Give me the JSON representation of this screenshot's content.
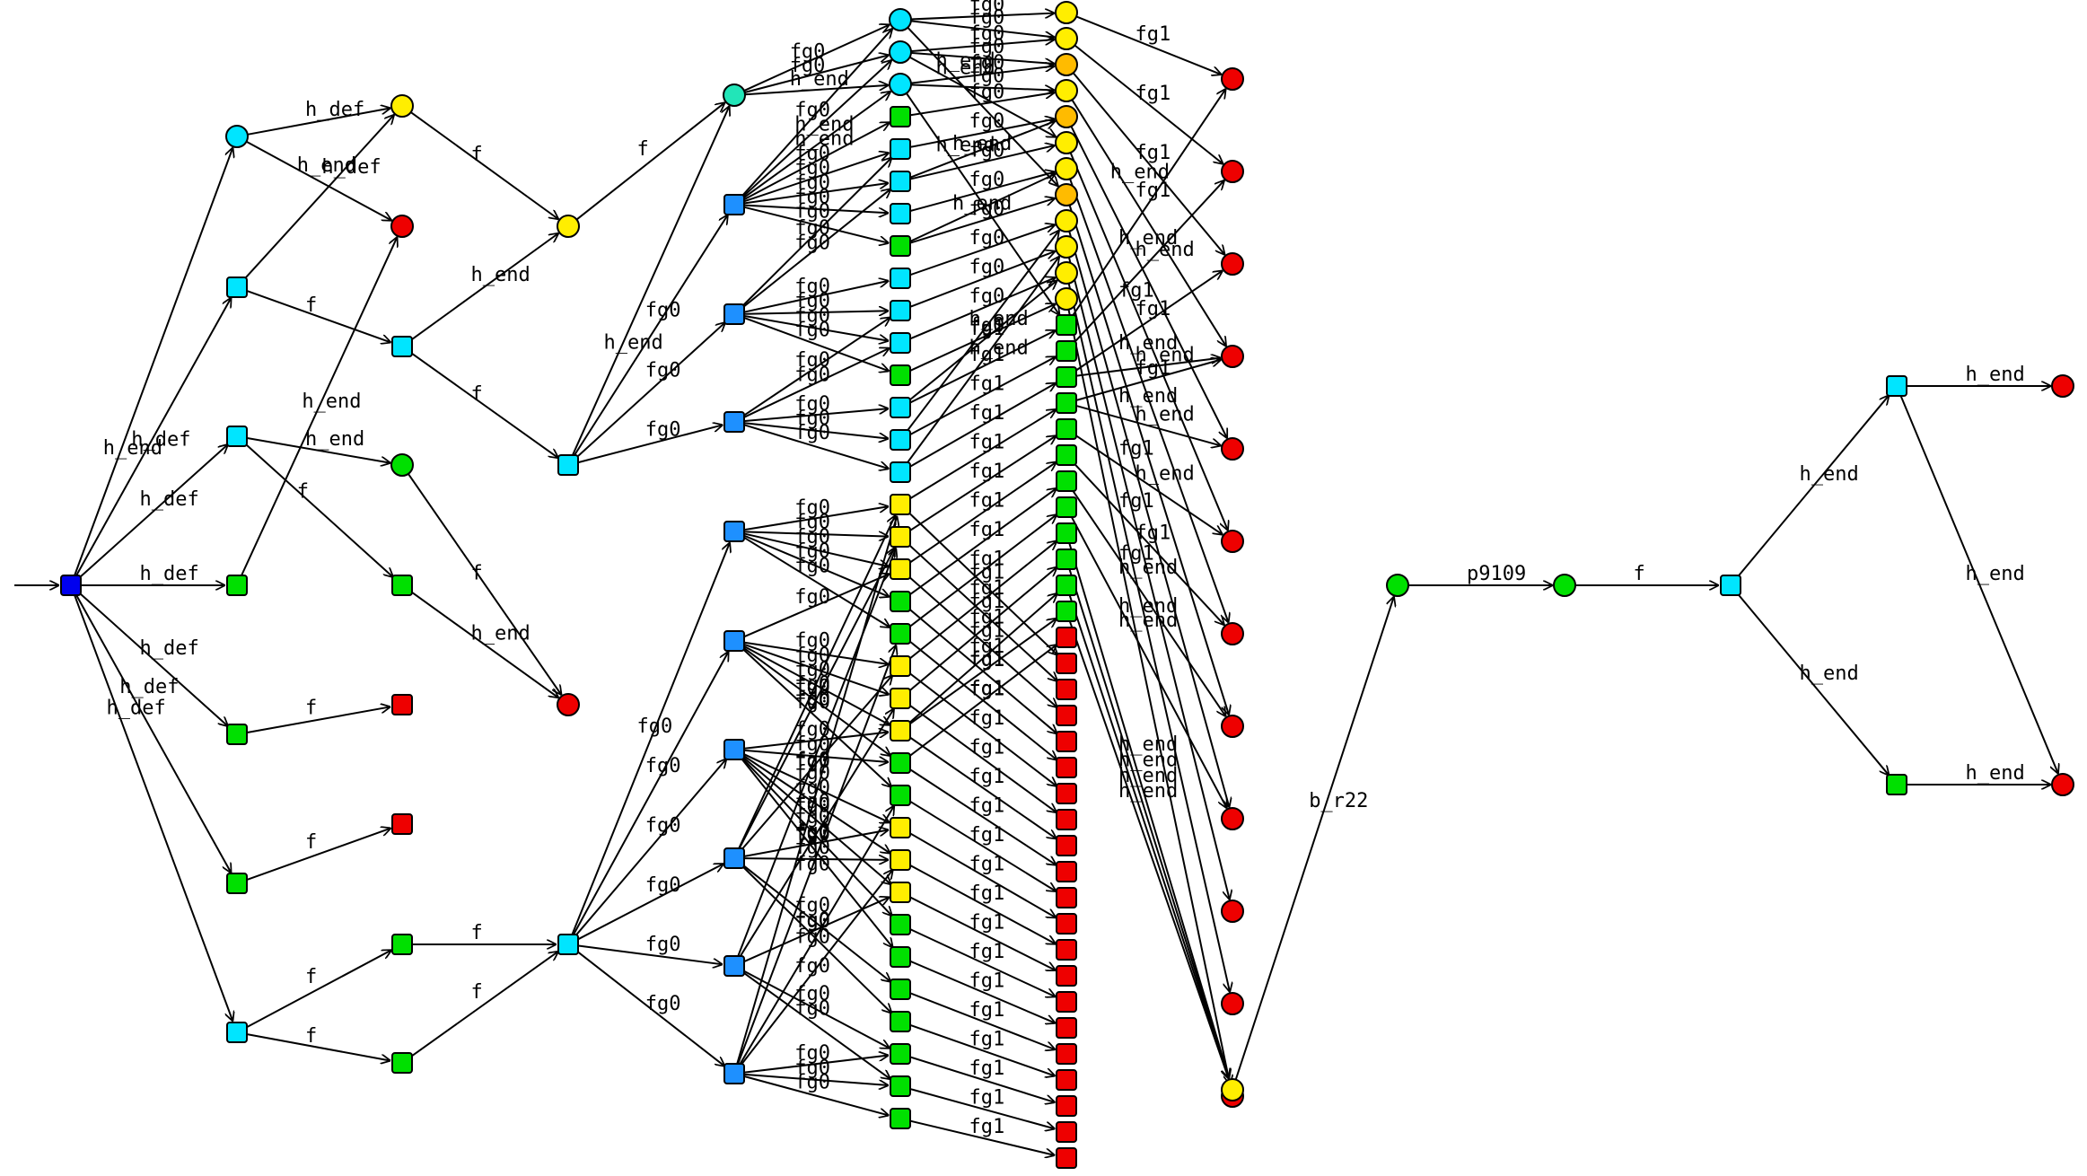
{
  "colors": {
    "blue": "#0000ee",
    "cyan": "#00e5ff",
    "azure": "#1e90ff",
    "teal": "#22e5b8",
    "green": "#00e000",
    "yellow": "#ffee00",
    "orange": "#ffbb00",
    "red": "#ee0000"
  },
  "labels": {
    "h_def": "h_def",
    "h_end": "h_end",
    "f": "f",
    "fg0": "fg0",
    "fg1": "fg1",
    "b_r22": "b_r22",
    "p9109": "p9109"
  }
}
